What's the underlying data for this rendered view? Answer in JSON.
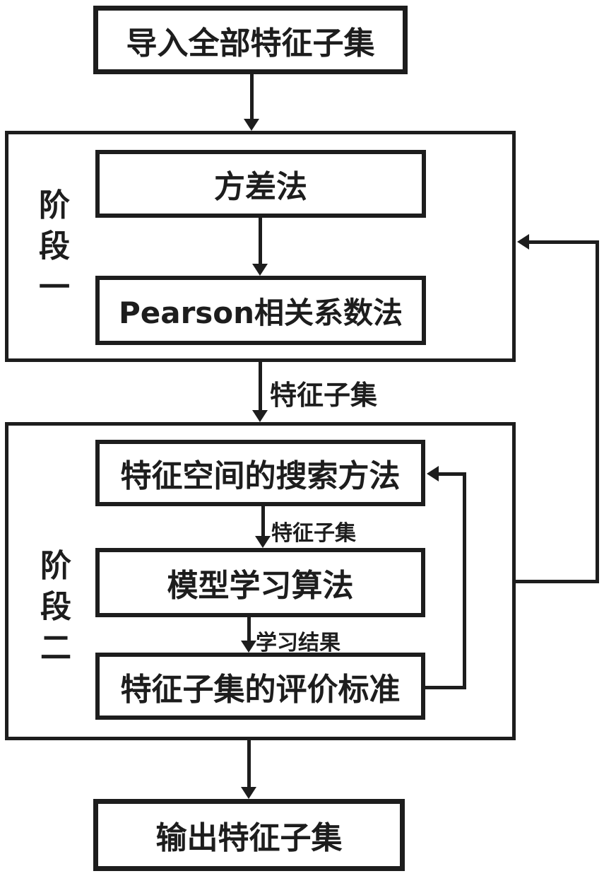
{
  "diagram": {
    "colors": {
      "line": "#1d1d1d",
      "background": "#ffffff"
    },
    "nodes": {
      "import_all": "导入全部特征子集",
      "variance": "方差法",
      "pearson": "Pearson相关系数法",
      "search": "特征空间的搜索方法",
      "model": "模型学习算法",
      "evaluation": "特征子集的评价标准",
      "output": "输出特征子集"
    },
    "stages": {
      "stage1": "阶段一",
      "stage2": "阶段二"
    },
    "edge_labels": {
      "stage1_to_stage2": "特征子集",
      "search_to_model": "特征子集",
      "model_to_evaluation": "学习结果"
    }
  }
}
